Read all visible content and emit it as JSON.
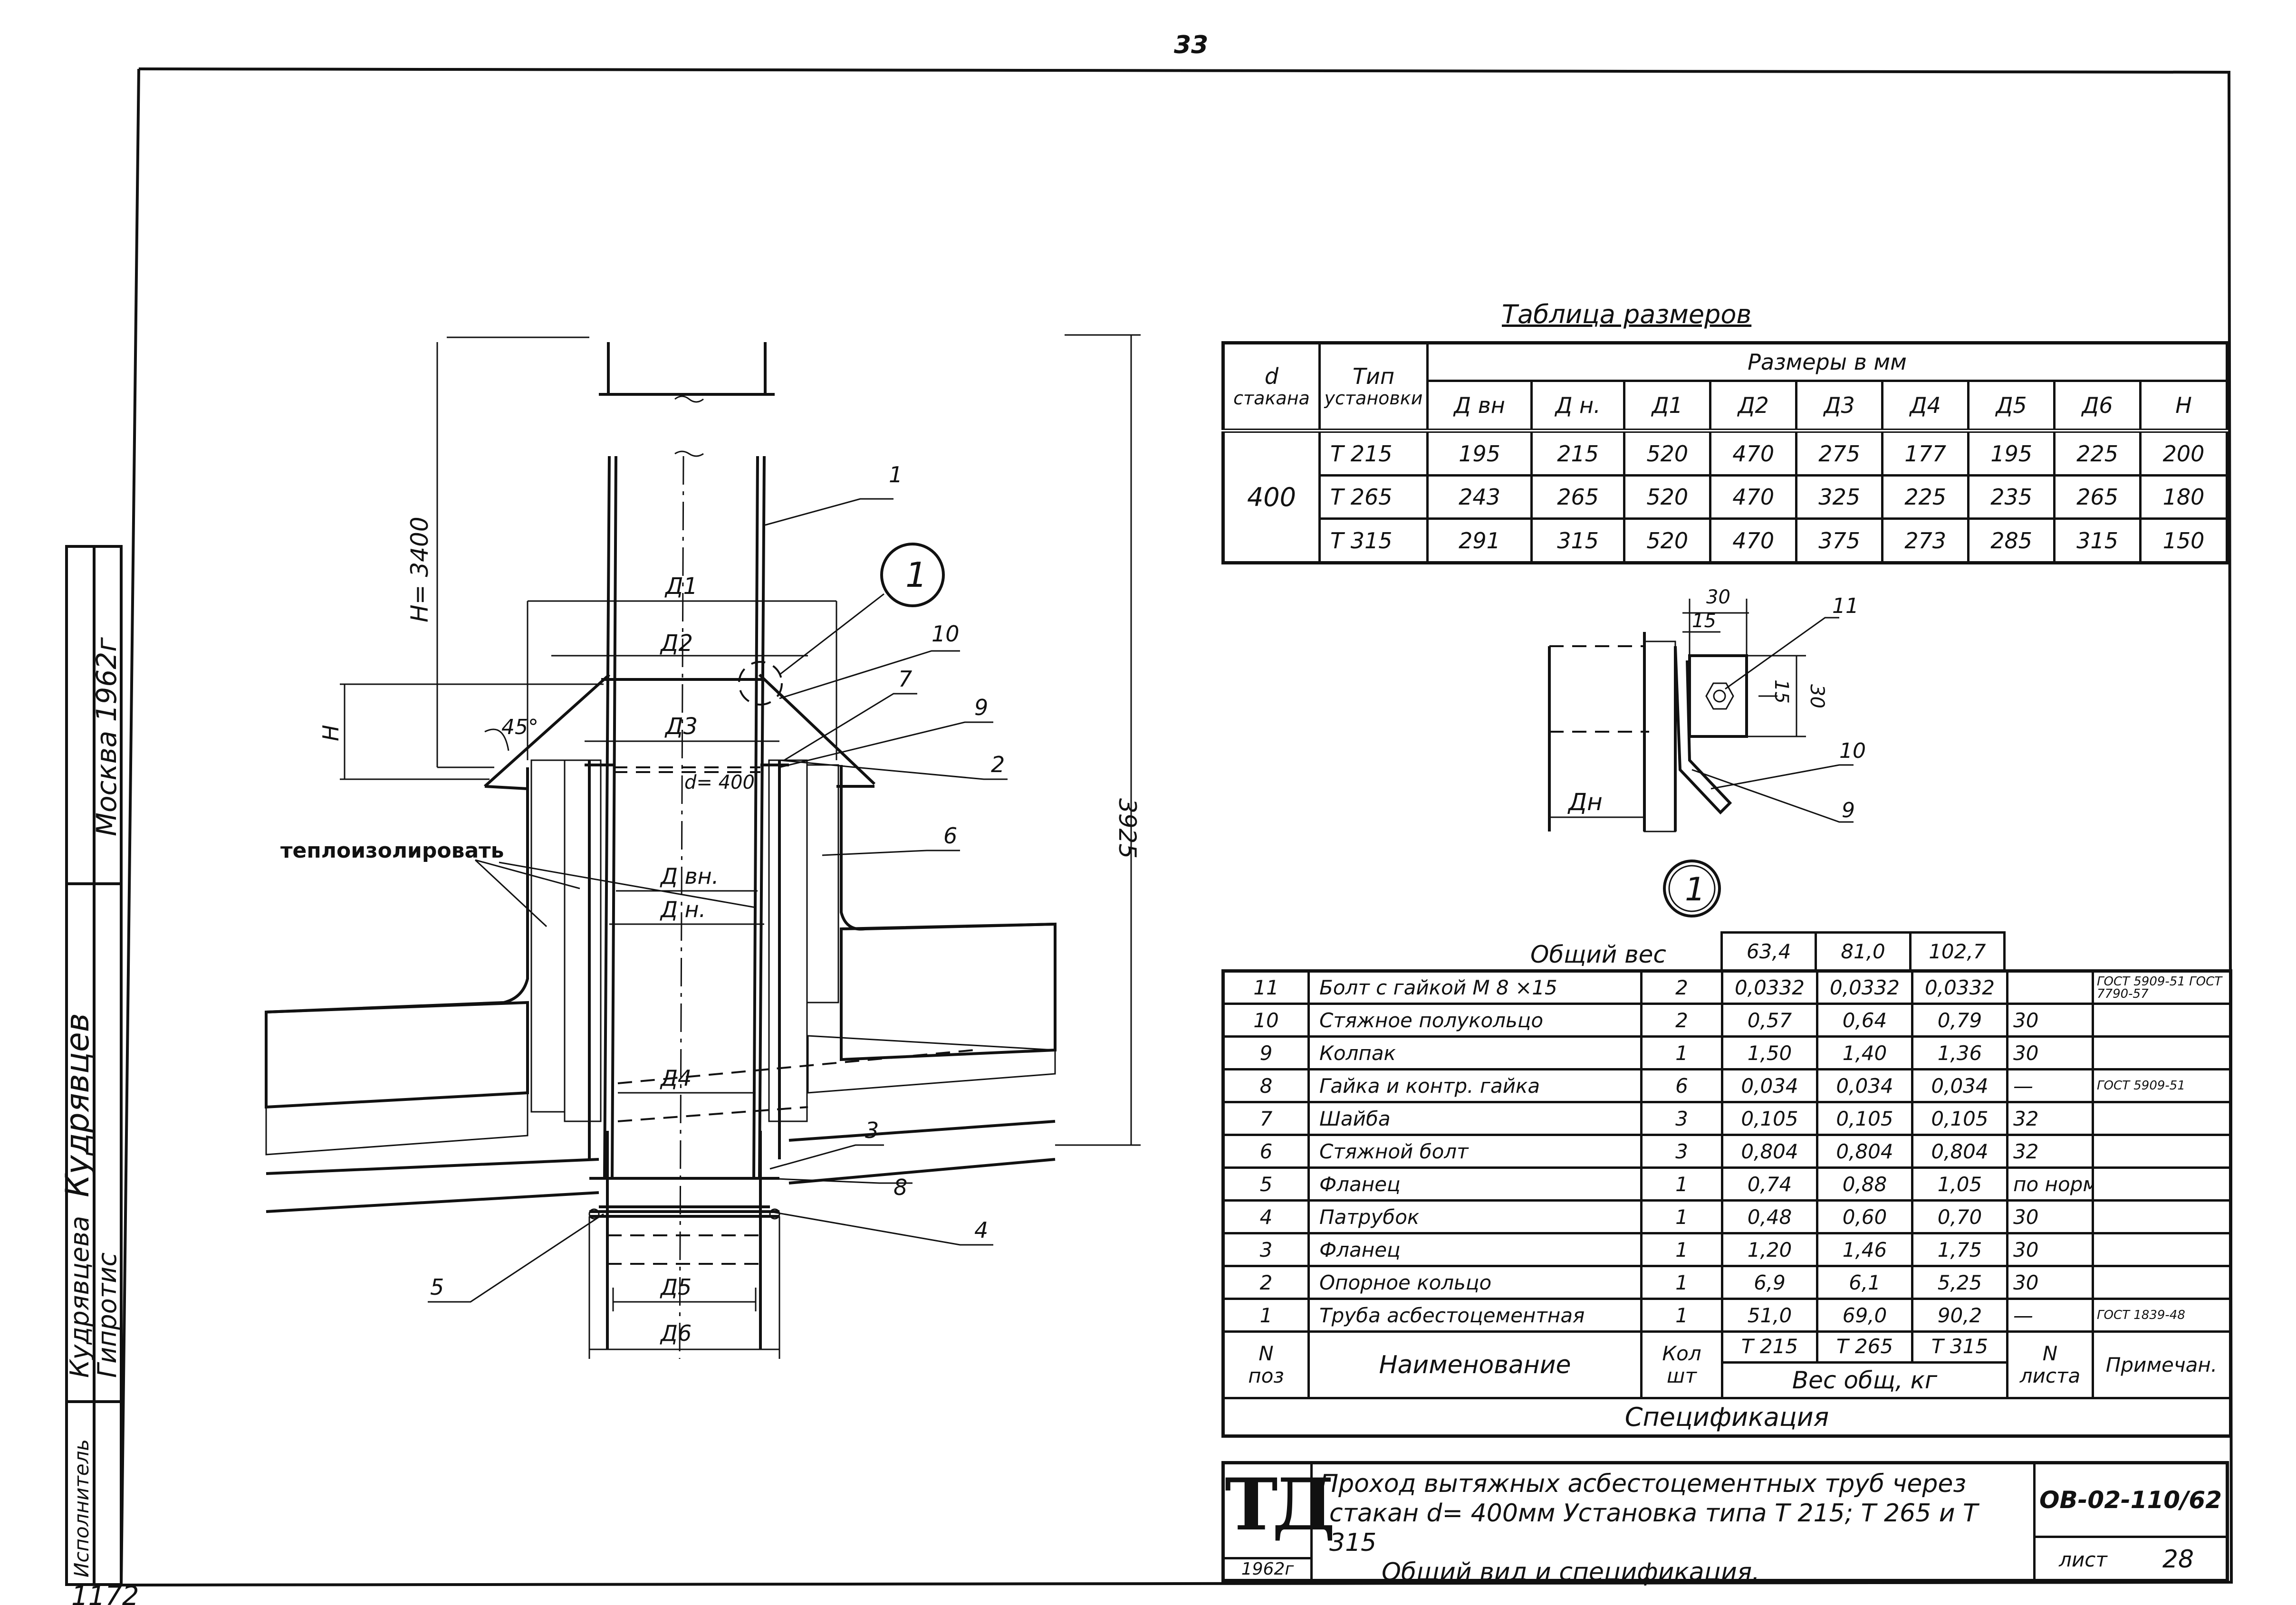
{
  "sheet": {
    "page_number": "33",
    "corner_note": "1172",
    "side_strip": [
      "Исполнитель",
      "Кудрявцева",
      "Кудрявцев",
      "Гипротис",
      "Москва 1962г"
    ]
  },
  "drawing": {
    "height_label": "H= 3400",
    "total_label": "3925",
    "h_label": "H",
    "angle_label": "45°",
    "insulate_label": "теплоизолировать",
    "d_label": "d= 400",
    "dims": {
      "d1": "Д1",
      "d2": "Д2",
      "d3": "Д3",
      "dvn": "Д вн.",
      "dn": "Д н.",
      "d4": "Д4",
      "d5": "Д5",
      "d6": "Д6"
    },
    "callouts": [
      "1",
      "10",
      "7",
      "9",
      "2",
      "6",
      "3",
      "8",
      "4",
      "5"
    ],
    "node_mark": "1"
  },
  "detail": {
    "mark": "1",
    "dim_30_top": "30",
    "dim_15_top": "15",
    "dim_15_side": "15",
    "dim_30_side": "30",
    "dn_label": "Дн",
    "callouts": [
      "11",
      "10",
      "9"
    ]
  },
  "dimension_table": {
    "title": "Таблица размеров",
    "head_d": "d",
    "head_stakana": "стакана",
    "head_type": "Тип",
    "head_install": "установки",
    "head_sizes": "Размеры в мм",
    "columns": [
      "Д вн",
      "Д н.",
      "Д1",
      "Д2",
      "Д3",
      "Д4",
      "Д5",
      "Д6",
      "H"
    ],
    "group_value": "400",
    "rows": [
      {
        "type": "Т 215",
        "values": [
          "195",
          "215",
          "520",
          "470",
          "275",
          "177",
          "195",
          "225",
          "200"
        ]
      },
      {
        "type": "Т 265",
        "values": [
          "243",
          "265",
          "520",
          "470",
          "325",
          "225",
          "235",
          "265",
          "180"
        ]
      },
      {
        "type": "Т 315",
        "values": [
          "291",
          "315",
          "520",
          "470",
          "375",
          "273",
          "285",
          "315",
          "150"
        ]
      }
    ]
  },
  "specification": {
    "total_label": "Общий вес",
    "totals": [
      "63,4",
      "81,0",
      "102,7"
    ],
    "rows": [
      {
        "pos": "11",
        "name": "Болт с гайкой   М 8 ×15",
        "qty": "2",
        "w1": "0,0332",
        "w2": "0,0332",
        "w3": "0,0332",
        "sheet": "",
        "note": "ГОСТ 5909-51 ГОСТ 7790-57"
      },
      {
        "pos": "10",
        "name": "Стяжное полукольцо",
        "qty": "2",
        "w1": "0,57",
        "w2": "0,64",
        "w3": "0,79",
        "sheet": "30",
        "note": ""
      },
      {
        "pos": "9",
        "name": "Колпак",
        "qty": "1",
        "w1": "1,50",
        "w2": "1,40",
        "w3": "1,36",
        "sheet": "30",
        "note": ""
      },
      {
        "pos": "8",
        "name": "Гайка и контр. гайка",
        "qty": "6",
        "w1": "0,034",
        "w2": "0,034",
        "w3": "0,034",
        "sheet": "—",
        "note": "ГОСТ 5909-51"
      },
      {
        "pos": "7",
        "name": "Шайба",
        "qty": "3",
        "w1": "0,105",
        "w2": "0,105",
        "w3": "0,105",
        "sheet": "32",
        "note": ""
      },
      {
        "pos": "6",
        "name": "Стяжной болт",
        "qty": "3",
        "w1": "0,804",
        "w2": "0,804",
        "w3": "0,804",
        "sheet": "32",
        "note": ""
      },
      {
        "pos": "5",
        "name": "Фланец",
        "qty": "1",
        "w1": "0,74",
        "w2": "0,88",
        "w3": "1,05",
        "sheet": "по нормам.",
        "note": ""
      },
      {
        "pos": "4",
        "name": "Патрубок",
        "qty": "1",
        "w1": "0,48",
        "w2": "0,60",
        "w3": "0,70",
        "sheet": "30",
        "note": ""
      },
      {
        "pos": "3",
        "name": "Фланец",
        "qty": "1",
        "w1": "1,20",
        "w2": "1,46",
        "w3": "1,75",
        "sheet": "30",
        "note": ""
      },
      {
        "pos": "2",
        "name": "Опорное кольцо",
        "qty": "1",
        "w1": "6,9",
        "w2": "6,1",
        "w3": "5,25",
        "sheet": "30",
        "note": ""
      },
      {
        "pos": "1",
        "name": "Труба асбестоцементная",
        "qty": "1",
        "w1": "51,0",
        "w2": "69,0",
        "w3": "90,2",
        "sheet": "—",
        "note": "ГОСТ 1839-48"
      }
    ],
    "head_pos_1": "N",
    "head_pos_2": "поз",
    "head_name": "Наименование",
    "head_qty_1": "Кол",
    "head_qty_2": "шт",
    "head_types": [
      "Т 215",
      "Т 265",
      "Т 315"
    ],
    "head_weight": "Вес общ, кг",
    "head_sheet_1": "N",
    "head_sheet_2": "листа",
    "head_note": "Примечан.",
    "title": "Спецификация"
  },
  "title_block": {
    "logo": "ТД",
    "year": "1962г",
    "line1": "Проход вытяжных асбестоцементных труб через",
    "line2": "стакан d= 400мм Установка типа Т 215; Т 265 и Т 315",
    "line3": "Общий вид и спецификация.",
    "code": "ОВ-02-110/62",
    "sheet_label": "лист",
    "sheet_no": "28"
  }
}
